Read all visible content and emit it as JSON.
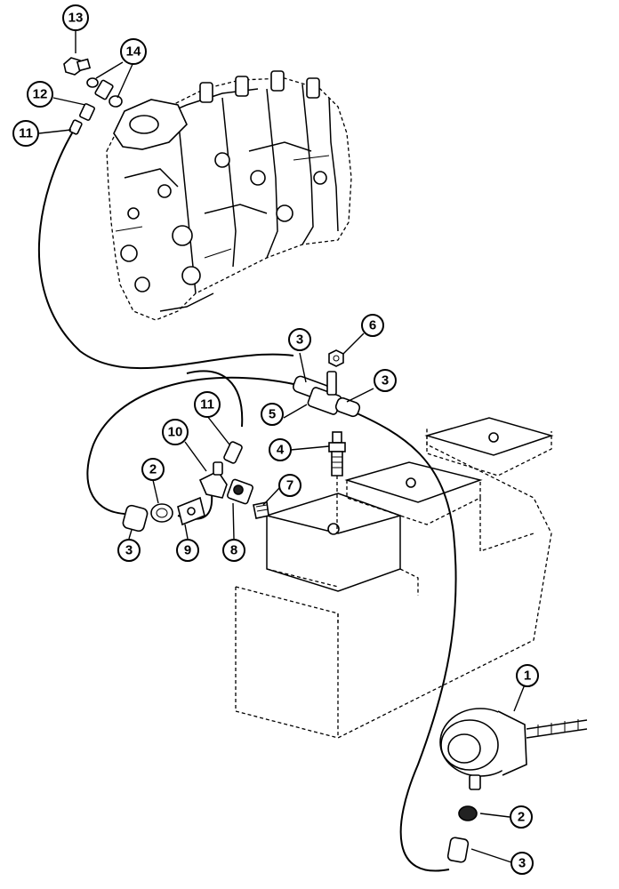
{
  "callouts": [
    {
      "id": "c13",
      "label": "13"
    },
    {
      "id": "c14",
      "label": "14"
    },
    {
      "id": "c12",
      "label": "12"
    },
    {
      "id": "c11a",
      "label": "11"
    },
    {
      "id": "c3a",
      "label": "3"
    },
    {
      "id": "c6",
      "label": "6"
    },
    {
      "id": "c3b",
      "label": "3"
    },
    {
      "id": "c5",
      "label": "5"
    },
    {
      "id": "c11b",
      "label": "11"
    },
    {
      "id": "c10",
      "label": "10"
    },
    {
      "id": "c4",
      "label": "4"
    },
    {
      "id": "c2a",
      "label": "2"
    },
    {
      "id": "c7",
      "label": "7"
    },
    {
      "id": "c3c",
      "label": "3"
    },
    {
      "id": "c9",
      "label": "9"
    },
    {
      "id": "c8",
      "label": "8"
    },
    {
      "id": "c1",
      "label": "1"
    },
    {
      "id": "c2b",
      "label": "2"
    },
    {
      "id": "c3d",
      "label": "3"
    }
  ]
}
